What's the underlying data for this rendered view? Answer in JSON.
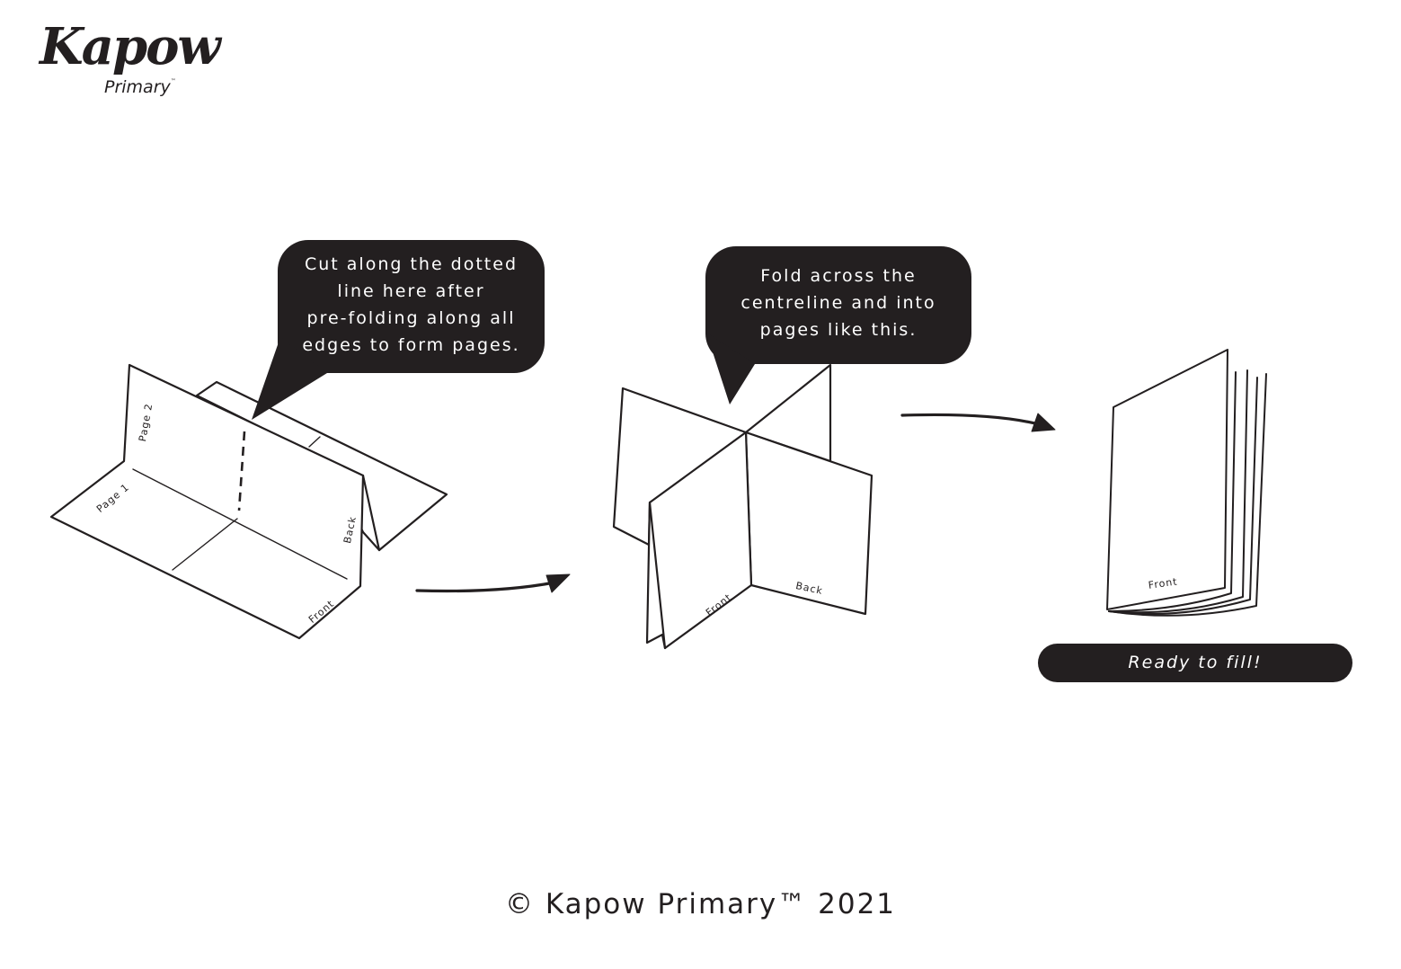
{
  "logo": {
    "brand": "Kapow",
    "sub": "Primary",
    "mark": "™"
  },
  "steps": [
    {
      "id": "step-1-cut",
      "bubble_lines": [
        "Cut along the dotted",
        "line here after",
        "pre-folding along all",
        "edges to form pages."
      ],
      "labels": {
        "page2": "Page 2",
        "page1": "Page 1",
        "back": "Back",
        "front": "Front"
      }
    },
    {
      "id": "step-2-fold",
      "bubble_lines": [
        "Fold across the",
        "centreline and into",
        "pages like this."
      ],
      "labels": {
        "front": "Front",
        "back": "Back"
      }
    },
    {
      "id": "step-3-ready",
      "labels": {
        "front": "Front"
      },
      "pill": "Ready to fill!"
    }
  ],
  "arrows": [
    {
      "from": "step-1-cut",
      "to": "step-2-fold",
      "icon": "curved-arrow-right-icon"
    },
    {
      "from": "step-2-fold",
      "to": "step-3-ready",
      "icon": "curved-arrow-right-icon"
    }
  ],
  "footer": {
    "copyright": "© Kapow Primary™ 2021"
  },
  "colors": {
    "ink": "#231f20",
    "paper": "#ffffff"
  }
}
